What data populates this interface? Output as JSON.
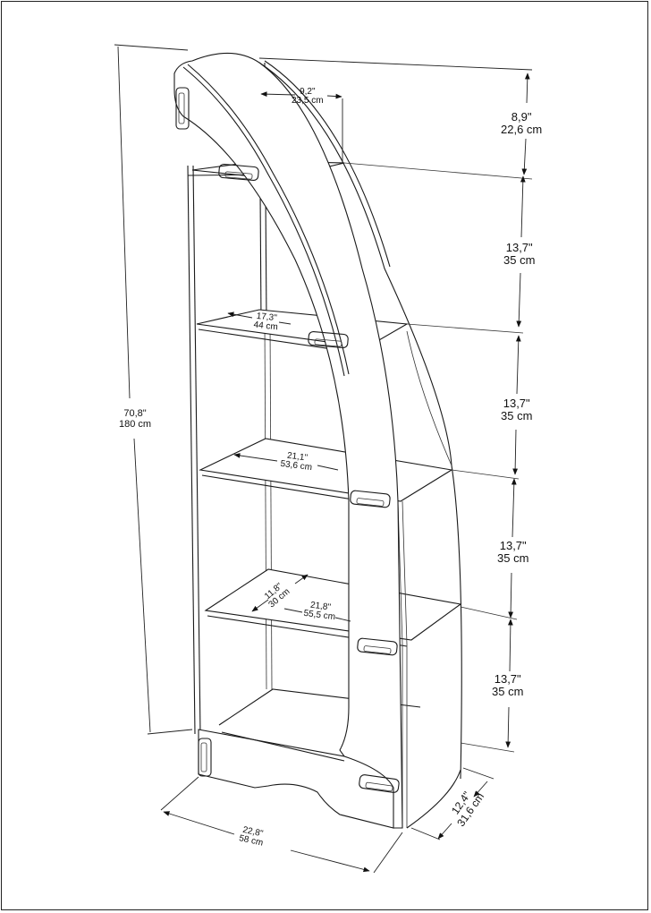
{
  "diagram": {
    "subject": "bookshelf-dimension-drawing",
    "line_color": "#1a1a1a",
    "background": "#ffffff",
    "dimensions": {
      "top_depth": {
        "inch": "9,2\"",
        "cm": "23,5 cm"
      },
      "top_section_height": {
        "inch": "8,9\"",
        "cm": "22,6 cm"
      },
      "shelf_gap_1": {
        "inch": "13,7\"",
        "cm": "35 cm"
      },
      "shelf_gap_2": {
        "inch": "13,7\"",
        "cm": "35 cm"
      },
      "shelf_gap_3": {
        "inch": "13,7\"",
        "cm": "35 cm"
      },
      "shelf_gap_4": {
        "inch": "13,7\"",
        "cm": "35 cm"
      },
      "total_height": {
        "inch": "70,8\"",
        "cm": "180 cm"
      },
      "shelf_2_width": {
        "inch": "17,3\"",
        "cm": "44 cm"
      },
      "shelf_3_width": {
        "inch": "21,1\"",
        "cm": "53,6 cm"
      },
      "shelf_4_depth": {
        "inch": "11,8\"",
        "cm": "30 cm"
      },
      "shelf_4_width": {
        "inch": "21,8\"",
        "cm": "55,5 cm"
      },
      "base_width": {
        "inch": "22,8\"",
        "cm": "58 cm"
      },
      "base_depth": {
        "inch": "12,4\"",
        "cm": "31,6 cm"
      }
    }
  }
}
